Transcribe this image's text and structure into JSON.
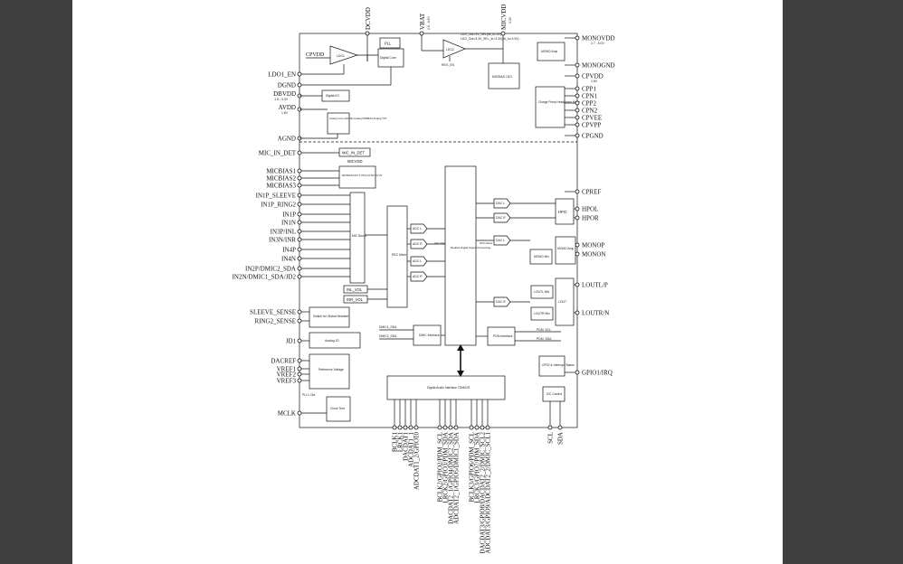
{
  "top_pins": [
    {
      "label": "DCVDD",
      "sub": ""
    },
    {
      "label": "VBAT",
      "sub": "2.5 - 4.5V"
    },
    {
      "label": "MICVDD",
      "sub": "3.3V"
    }
  ],
  "left_top_pins": [
    {
      "label": "LDO1_EN",
      "sub": ""
    },
    {
      "label": "DGND",
      "sub": ""
    },
    {
      "label": "DBVDD",
      "sub": "1.8 - 3.3V"
    },
    {
      "label": "AVDD",
      "sub": "1.8V"
    },
    {
      "label": "AGND",
      "sub": ""
    }
  ],
  "left_pins": [
    "MIC_IN_DET",
    "MICBIAS1",
    "MICBIAS2",
    "MICBIAS3",
    "IN1P_SLEEVE",
    "IN1P_RING2",
    "IN1P",
    "IN1N",
    "IN3P/INL",
    "IN3N/INR",
    "IN4P",
    "IN4N",
    "IN2P/DMIC2_SDA",
    "IN2N/DMIC1_SDA/JD2"
  ],
  "left_bottom_pins": [
    "SLEEVE_SENSE",
    "RING2_SENSE",
    "JD1",
    "DACREF",
    "VREF1",
    "VREF2",
    "VREF3",
    "MCLK"
  ],
  "right_top_pins": [
    {
      "label": "MONOVDD",
      "sub": "2.7 - 5.0V"
    },
    {
      "label": "MONOGND",
      "sub": ""
    },
    {
      "label": "CPVDD",
      "sub": "1.8V"
    },
    {
      "label": "CPP1",
      "sub": ""
    },
    {
      "label": "CPN1",
      "sub": ""
    },
    {
      "label": "CPP2",
      "sub": ""
    },
    {
      "label": "CPN2",
      "sub": ""
    },
    {
      "label": "CPVEE",
      "sub": ""
    },
    {
      "label": "CPVPP",
      "sub": ""
    },
    {
      "label": "CPGND",
      "sub": ""
    }
  ],
  "right_pins": [
    "CPREF",
    "HPOL",
    "HPOR",
    "MONOP",
    "MONON",
    "LOUTL/P",
    "LOUTR/N",
    "GPIO1/IRQ"
  ],
  "bottom_pins": [
    "BCLK1",
    "LRCK1",
    "DACDAT1",
    "ADCDAT1_1",
    "ADCDAT1_2/GPIO10",
    "BCLK2/GPIO2/PDM_SCL",
    "LRCK2/GPIO3/PDM_SDA",
    "DACDAT2_1/GPIO4/DMIC2_SDA",
    "ADCDAT2_1/GPIO5/DMIC1_SDA",
    "BCLK3/GPIO6/PDM_SCL",
    "LRCK3/GPIO7/PDM_SDA",
    "DACDAT3/GPIO8/DACDAT2_2/DMIC_SCL2",
    "ADCDAT3/GPIO9/ADCDAT2_2/DMIC_SCL1",
    "SCL",
    "SDA"
  ],
  "ldo_notes": [
    "LDO_Out=3V_SEL(bit_in=3V)",
    "LDO_Out=3.3V_SEL_In=3.3V(bit_in=3.3V)"
  ],
  "blocks": {
    "pll": "PLL",
    "ldo1": "LDO1",
    "cpvdd": "CPVDD",
    "digital_core": "Digital Core",
    "ldo2": "LDO2",
    "reg_en": "REG_EN",
    "micbias_ldo": "MICBIAS LDO",
    "mono_amp": "MONO Amp",
    "charge_pump": "Charge Pump Headphone Mode",
    "digital_io": "Digital I/O",
    "analog_core": "Analog Core with Mic Analog MIDBIAS Analog TOT",
    "mic_in_det": "MIC_IN_DET",
    "micvdd": "MICVDD",
    "micbias_block": "MICBIAS1/2/3 1.75/2.2/2.5/2.8/3.3V",
    "mic_boost": "MIC Boost",
    "rec_mixer": "REC Mixer",
    "realtek_dsp": "Realtek Digital Signal Processing",
    "adc_l": "ADC L",
    "adc_r": "ADC R",
    "adc_l2": "ADC L",
    "adc_r2": "ADC R",
    "adc_filter": "ADC Filters",
    "dac_filter": "DAC Filters",
    "dac_l": "DAC L",
    "dac_r": "DAC R",
    "dac_l2": "DAC L",
    "dac_r2": "DAC R",
    "hpo": "HPO",
    "mono_mix": "MONO Mix",
    "mono_amp2": "MONO Amp",
    "loutl_mix": "LOUTL Mix",
    "loutr_mix": "LOUTR Mix",
    "lout": "LOUT",
    "inl_vol": "INL_VOL",
    "inr_vol": "INR_VOL",
    "switch_headset": "Switch for Global Headset",
    "analog_jd": "Analog JD",
    "ref_voltage": "Reference Voltage",
    "dmic_if": "DMIC Interface",
    "dmic1_sda": "DMIC1_SDA",
    "dmic2_sda": "DMIC2_SDA",
    "pdm_if": "PDM Interface",
    "pdm_scl": "PDM_SCL",
    "pdm_sda": "PDM_SDA",
    "gpio_status": "GPIO & Interrupt Status",
    "i2c": "I2C Control",
    "clock_tree": "Clock Tree",
    "pll1_out": "PLL1 Out",
    "dai": "Digital Audio Interface TDM/I2S"
  }
}
